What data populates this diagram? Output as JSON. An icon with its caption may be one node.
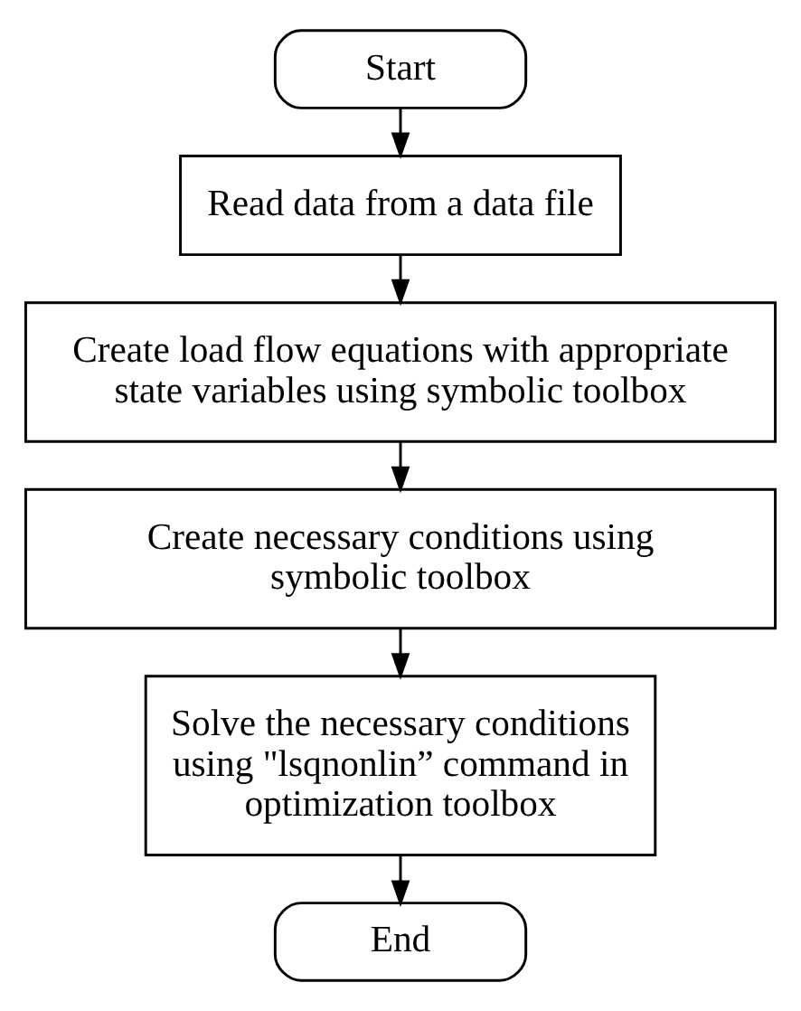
{
  "diagram": {
    "nodes": [
      {
        "text": [
          "Start"
        ]
      },
      {
        "text": [
          "Read data from a data file"
        ]
      },
      {
        "text": [
          "Create load flow equations with appropriate state variables using symbolic toolbox"
        ]
      },
      {
        "text": [
          "Create necessary conditions using symbolic toolbox"
        ]
      },
      {
        "text": [
          "Solve the necessary conditions using \"lsqnonlin” command in optimization toolbox"
        ]
      },
      {
        "text": [
          "End"
        ]
      }
    ],
    "edges": [
      {
        "from": 0,
        "to": 1,
        "arrow": "to"
      },
      {
        "from": 1,
        "to": 2,
        "arrow": "to"
      },
      {
        "from": 2,
        "to": 3,
        "arrow": "to"
      },
      {
        "from": 3,
        "to": 4,
        "arrow": "to"
      },
      {
        "from": 4,
        "to": 5,
        "arrow": "to"
      }
    ]
  }
}
